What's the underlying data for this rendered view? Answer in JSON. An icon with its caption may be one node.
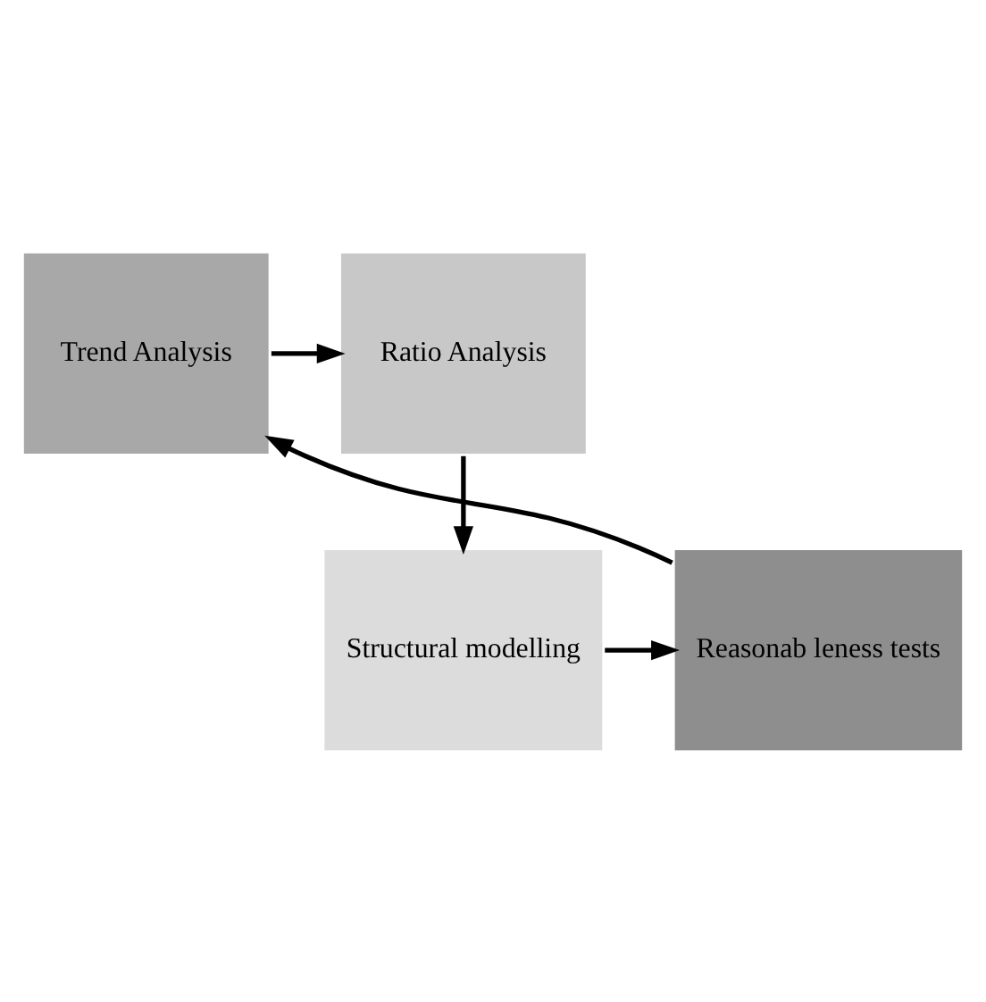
{
  "diagram": {
    "nodes": [
      {
        "text": [
          "Trend Analysis"
        ]
      },
      {
        "text": [
          "Ratio Analysis"
        ]
      },
      {
        "text": [
          "Reasonab leness tests"
        ]
      },
      {
        "text": [
          "Structural modelling"
        ]
      }
    ],
    "edges": [
      {
        "from": 0,
        "to": 1,
        "arrow": "to"
      },
      {
        "from": 1,
        "to": 3,
        "arrow": "to"
      },
      {
        "from": 3,
        "to": 2,
        "arrow": "to"
      },
      {
        "from": 2,
        "to": 0,
        "arrow": "to"
      }
    ]
  }
}
